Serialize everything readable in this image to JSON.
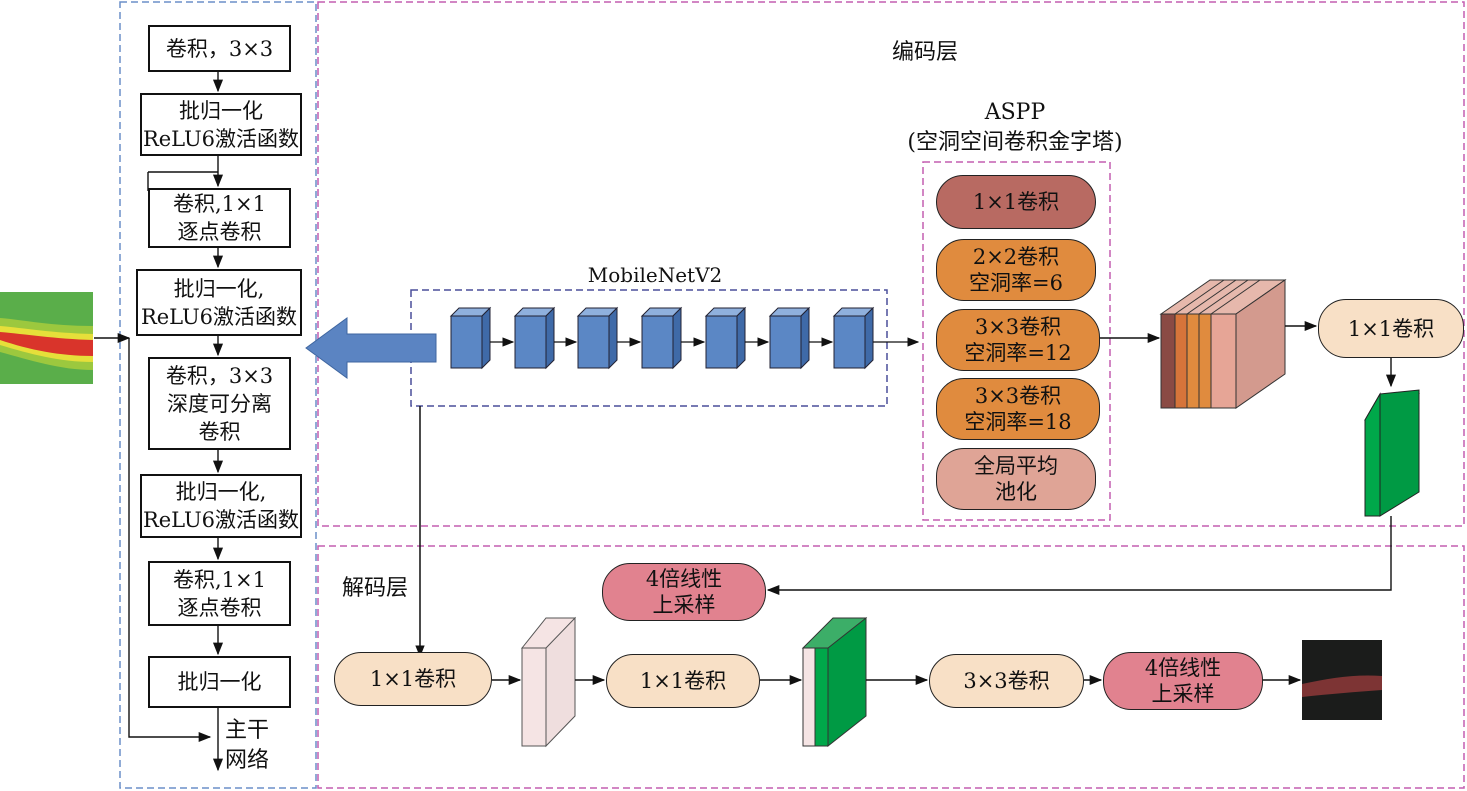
{
  "labels": {
    "encoder": "编码层",
    "decoder": "解码层",
    "aspp_title": "ASPP",
    "aspp_subtitle": "(空洞空间卷积金字塔)",
    "mobilenet": "MobileNetV2",
    "backbone_line1": "主干",
    "backbone_line2": "网络"
  },
  "backbone_blocks": [
    {
      "lines": [
        "卷积，3×3"
      ]
    },
    {
      "lines": [
        "批归一化",
        "ReLU6激活函数"
      ]
    },
    {
      "lines": [
        "卷积,1×1",
        "逐点卷积"
      ]
    },
    {
      "lines": [
        "批归一化,",
        "ReLU6激活函数"
      ]
    },
    {
      "lines": [
        "卷积，3×3",
        "深度可分离",
        "卷积"
      ]
    },
    {
      "lines": [
        "批归一化,",
        "ReLU6激活函数"
      ]
    },
    {
      "lines": [
        "卷积,1×1",
        "逐点卷积"
      ]
    },
    {
      "lines": [
        "批归一化"
      ]
    }
  ],
  "aspp_branches": [
    {
      "lines": [
        "1×1卷积"
      ]
    },
    {
      "lines": [
        "2×2卷积",
        "空洞率=6"
      ]
    },
    {
      "lines": [
        "3×3卷积",
        "空洞率=12"
      ]
    },
    {
      "lines": [
        "3×3卷积",
        "空洞率=18"
      ]
    },
    {
      "lines": [
        "全局平均",
        "池化"
      ]
    }
  ],
  "encoder_conv": {
    "lines": [
      "1×1卷积"
    ]
  },
  "encoder_upsample": {
    "lines": [
      "4倍线性",
      "上采样"
    ]
  },
  "decoder_nodes": [
    {
      "lines": [
        "1×1卷积"
      ]
    },
    {
      "lines": [
        "1×1卷积"
      ]
    },
    {
      "lines": [
        "3×3卷积"
      ]
    },
    {
      "lines": [
        "4倍线性",
        "上采样"
      ]
    }
  ],
  "colors": {
    "block_blue": "#5b87c5",
    "arrow_blue": "#5b84c2",
    "green": "#009a44",
    "peach": "#f8e0c6",
    "pink": "#e1828f",
    "aspp_brown": "#b86a62",
    "aspp_orange": "#e08b3e",
    "aspp_light": "#dfa496",
    "blue_dash": "#6b8fc9",
    "magenta_dash": "#c45fb0"
  }
}
